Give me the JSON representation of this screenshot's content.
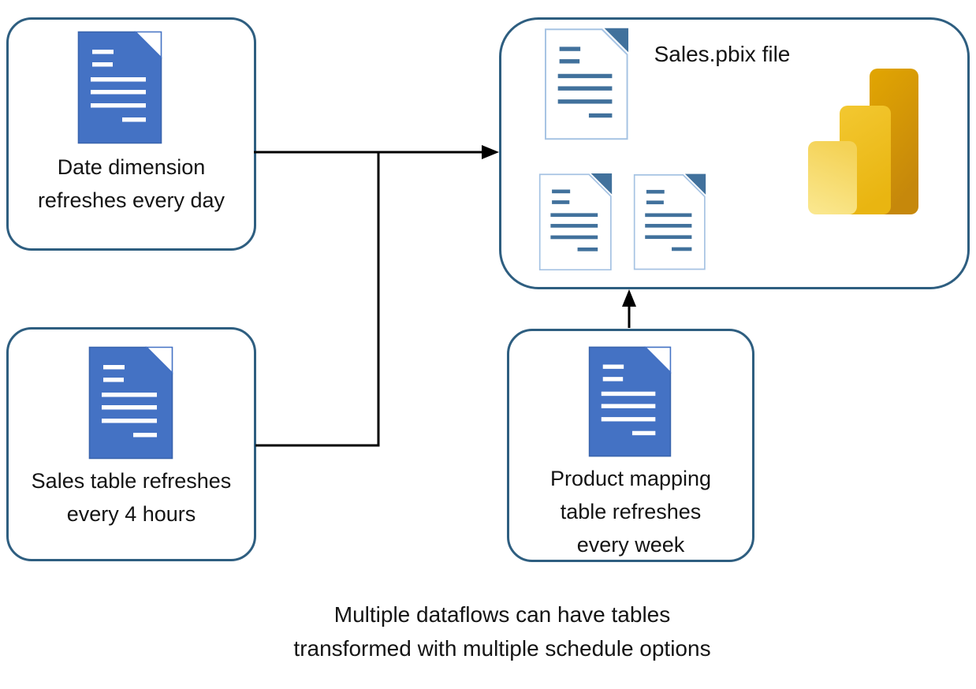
{
  "nodes": {
    "date_dimension": {
      "label": "Date dimension\nrefreshes every day"
    },
    "sales_table": {
      "label": "Sales table refreshes\nevery 4 hours"
    },
    "product_mapping": {
      "label": "Product mapping\ntable refreshes\nevery week"
    },
    "pbix": {
      "label": "Sales.pbix file"
    }
  },
  "caption": "Multiple dataflows can have tables\ntransformed with multiple schedule options",
  "icons": {
    "dataflow_source": "blue-document-icon",
    "pbix_table": "white-document-icon",
    "power_bi": "power-bi-logo",
    "flow": "arrowhead-icon"
  },
  "colors": {
    "box_border": "#2E5E80",
    "connector": "#000000",
    "blue_doc_fill": "#4472C4",
    "blue_doc_edge": "#3A65AE",
    "white_doc_border": "#A6C3E3",
    "white_doc_accent": "#41719C",
    "powerbi_light": "#F8DB70",
    "powerbi_mid": "#F0C125",
    "powerbi_dark": "#DFA202",
    "text": "#141414"
  }
}
